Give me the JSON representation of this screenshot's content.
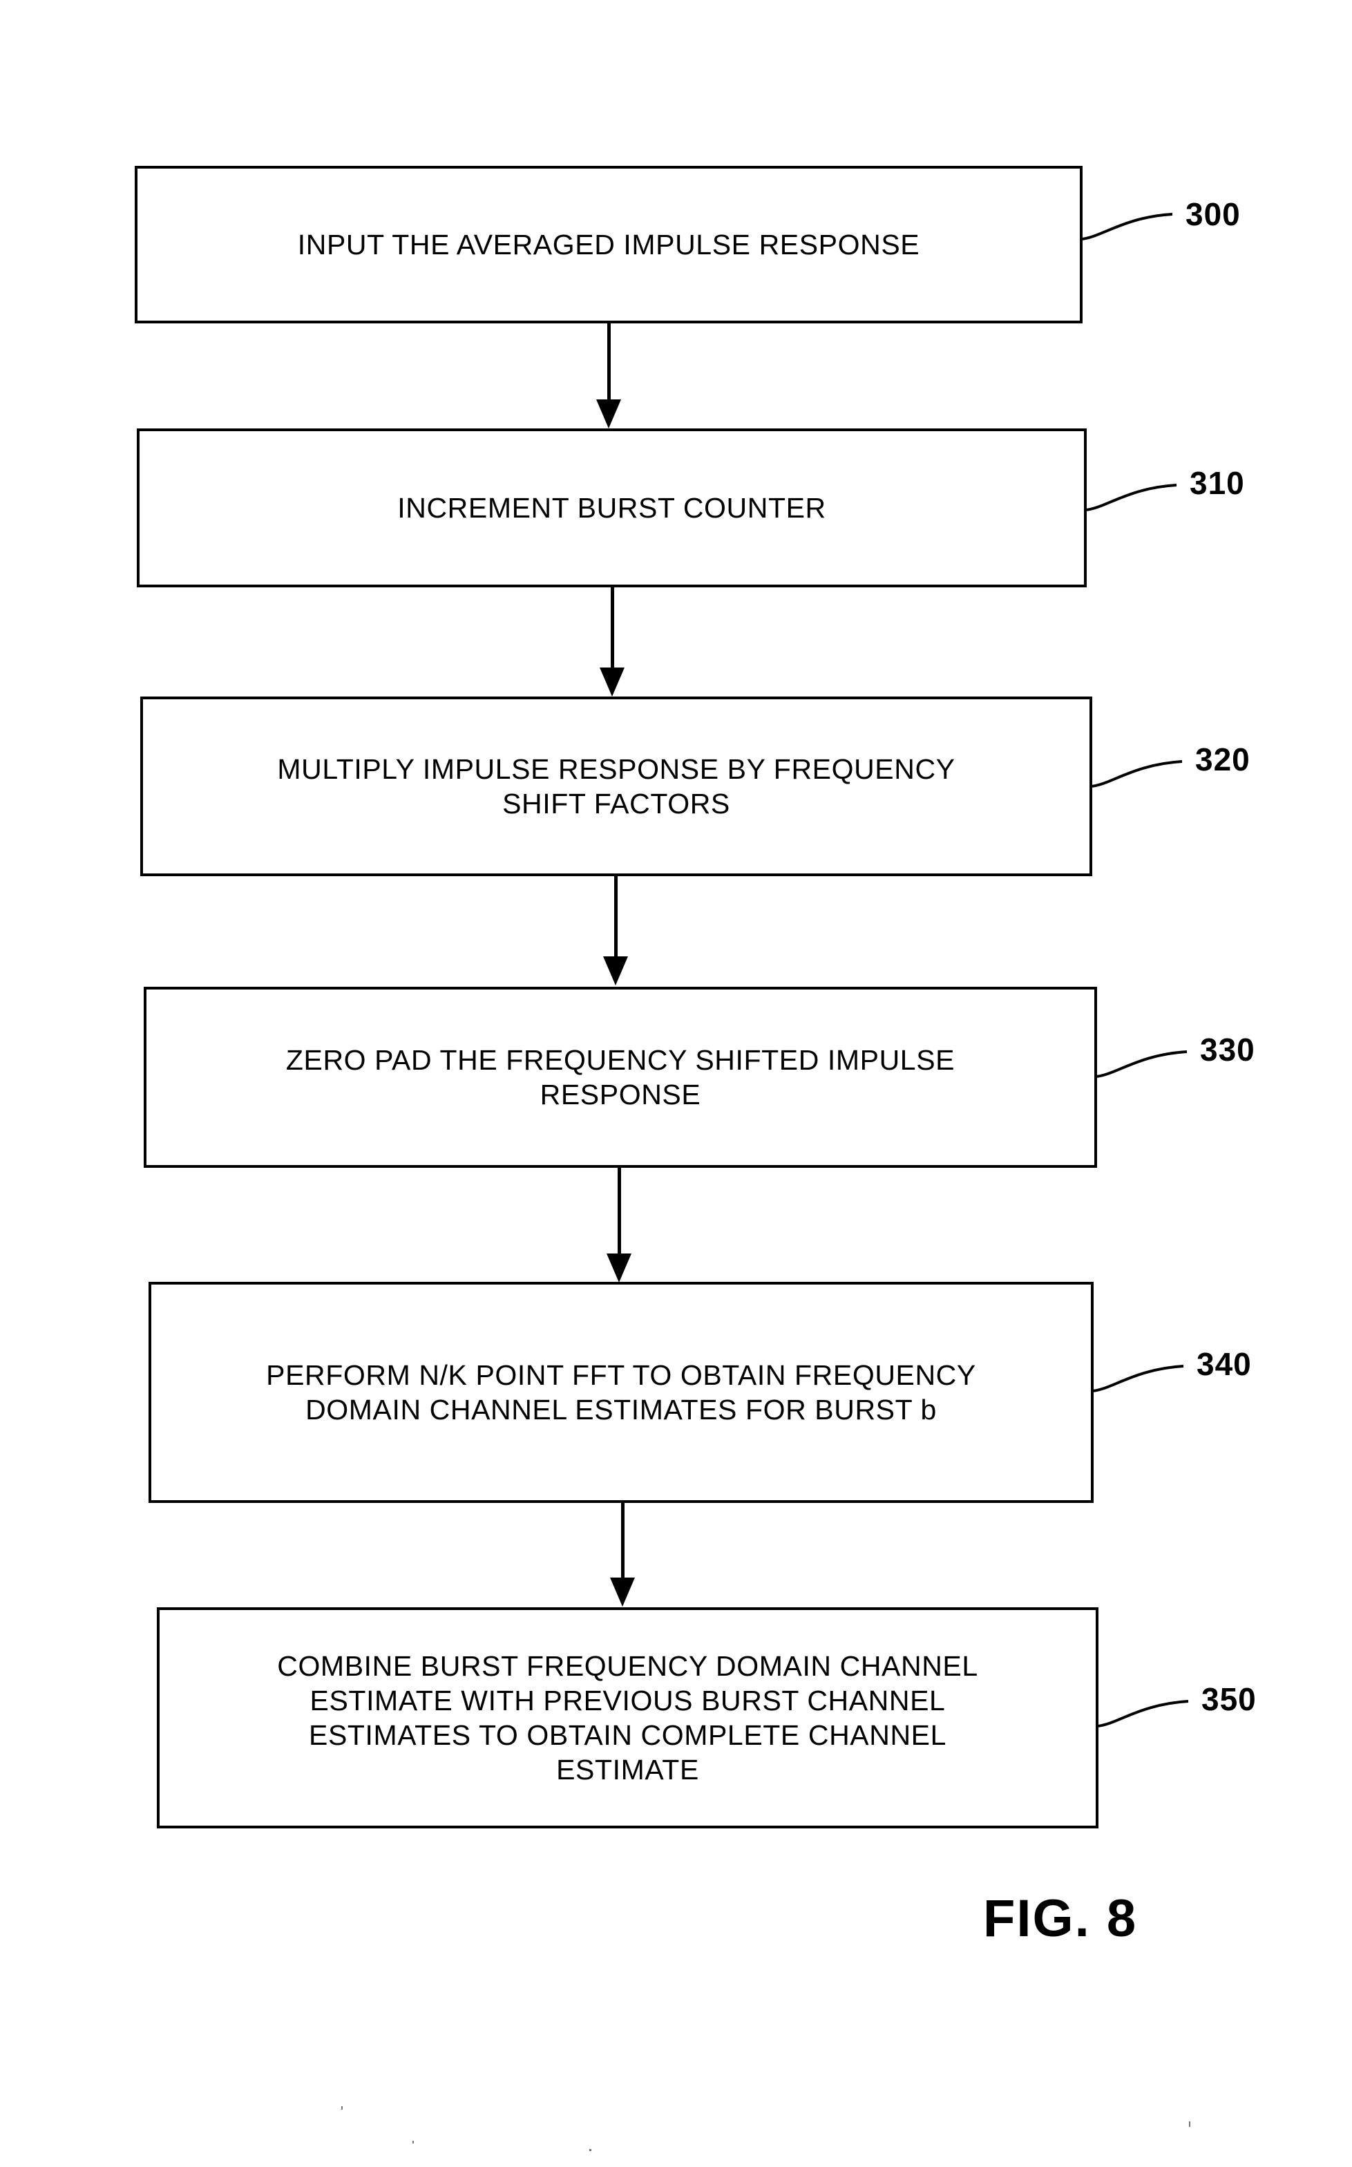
{
  "figure": {
    "caption": "FIG. 8",
    "type": "patent-flowchart"
  },
  "flow": {
    "steps": [
      {
        "ref": "300",
        "text": "INPUT THE AVERAGED IMPULSE RESPONSE",
        "name": "step-input-averaged-impulse-response"
      },
      {
        "ref": "310",
        "text": "INCREMENT BURST COUNTER",
        "name": "step-increment-burst-counter"
      },
      {
        "ref": "320",
        "text": "MULTIPLY IMPULSE RESPONSE BY FREQUENCY\nSHIFT FACTORS",
        "name": "step-multiply-by-frequency-shift-factors"
      },
      {
        "ref": "330",
        "text": "ZERO PAD THE FREQUENCY SHIFTED IMPULSE\nRESPONSE",
        "name": "step-zero-pad-impulse-response"
      },
      {
        "ref": "340",
        "text": "PERFORM N/K POINT FFT TO OBTAIN FREQUENCY\nDOMAIN CHANNEL ESTIMATES FOR BURST b",
        "name": "step-perform-fft"
      },
      {
        "ref": "350",
        "text": "COMBINE BURST FREQUENCY DOMAIN CHANNEL\nESTIMATE WITH PREVIOUS BURST CHANNEL\nESTIMATES TO OBTAIN COMPLETE CHANNEL\nESTIMATE",
        "name": "step-combine-channel-estimates"
      }
    ],
    "connector_count": 5
  },
  "style": {
    "ink": "#000000",
    "paper": "#ffffff"
  }
}
